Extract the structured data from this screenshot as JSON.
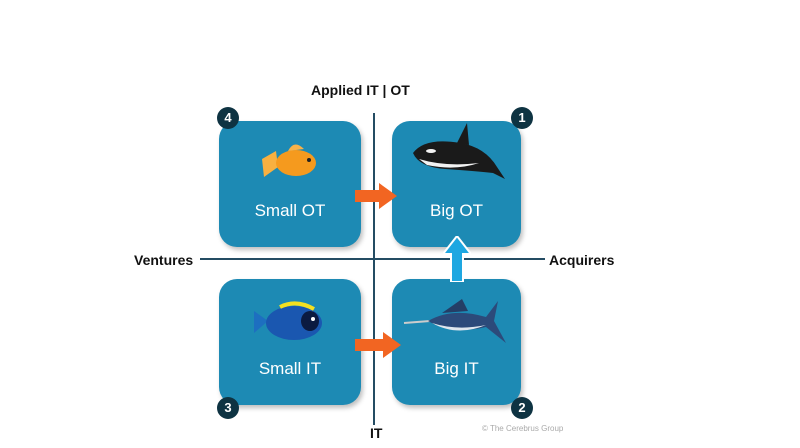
{
  "axes": {
    "top": "Applied IT | OT",
    "bottom": "IT",
    "left": "Ventures",
    "right": "Acquirers"
  },
  "quadrants": [
    {
      "label": "Big OT",
      "badge": "1",
      "icon": "orca-icon"
    },
    {
      "label": "Big IT",
      "badge": "2",
      "icon": "marlin-icon"
    },
    {
      "label": "Small IT",
      "badge": "3",
      "icon": "tang-fish-icon"
    },
    {
      "label": "Small OT",
      "badge": "4",
      "icon": "goldfish-icon"
    }
  ],
  "colors": {
    "box": "#1d8ab4",
    "badge": "#0e3342",
    "arrow_orange": "#f26522",
    "arrow_blue": "#1ea7e1"
  },
  "footer": {
    "copyright": "© The Cerebrus Group"
  }
}
